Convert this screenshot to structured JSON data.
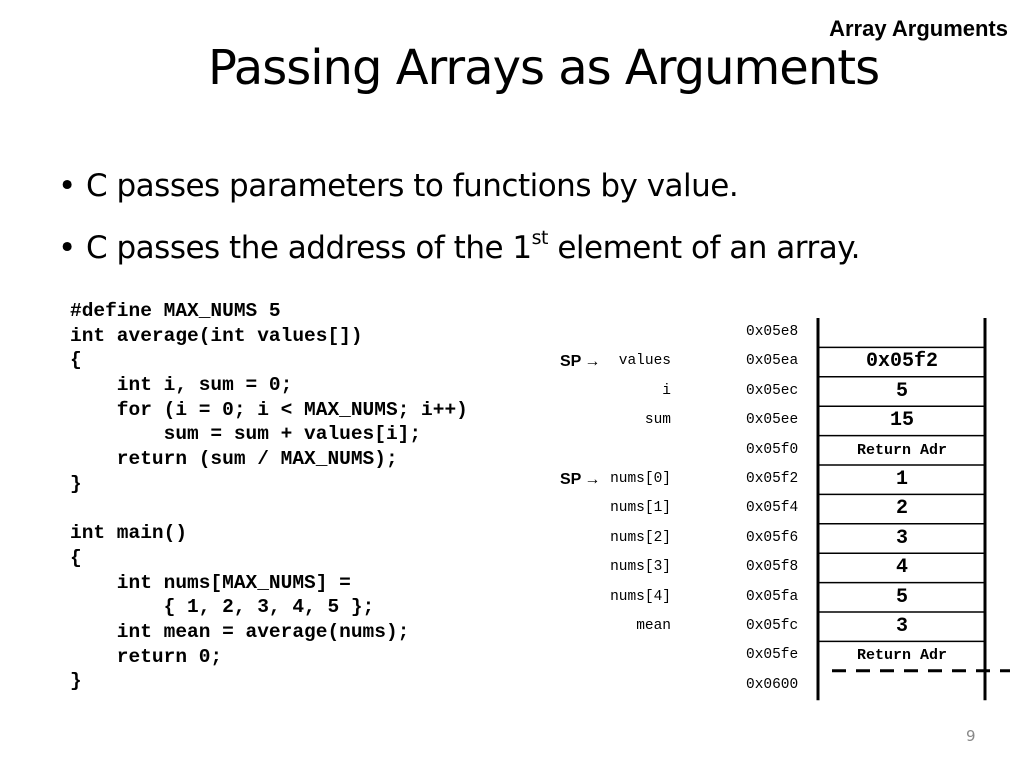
{
  "header_tag": "Array Arguments",
  "title": "Passing Arrays as Arguments",
  "bullets": [
    {
      "text": "C passes parameters to functions by value."
    },
    {
      "before": "C passes the address of the 1",
      "sup": "st",
      "after": " element of an array."
    }
  ],
  "code_lines": [
    "#define MAX_NUMS 5",
    "int average(int values[])",
    "{",
    "    int i, sum = 0;",
    "    for (i = 0; i < MAX_NUMS; i++)",
    "        sum = sum + values[i];",
    "    return (sum / MAX_NUMS);",
    "}",
    "",
    "int main()",
    "{",
    "    int nums[MAX_NUMS] =",
    "        { 1, 2, 3, 4, 5 };",
    "    int mean = average(nums);",
    "    return 0;",
    "}"
  ],
  "sp_label": "SP",
  "sp_arrow": "→",
  "memory": [
    {
      "label": "",
      "addr": "0x05e8",
      "value": ""
    },
    {
      "label": "values",
      "addr": "0x05ea",
      "value": "0x05f2",
      "sp": true
    },
    {
      "label": "i",
      "addr": "0x05ec",
      "value": "5"
    },
    {
      "label": "sum",
      "addr": "0x05ee",
      "value": "15"
    },
    {
      "label": "",
      "addr": "0x05f0",
      "value": "Return Adr"
    },
    {
      "label": "nums[0]",
      "addr": "0x05f2",
      "value": "1",
      "sp": true
    },
    {
      "label": "nums[1]",
      "addr": "0x05f4",
      "value": "2"
    },
    {
      "label": "nums[2]",
      "addr": "0x05f6",
      "value": "3"
    },
    {
      "label": "nums[3]",
      "addr": "0x05f8",
      "value": "4"
    },
    {
      "label": "nums[4]",
      "addr": "0x05fa",
      "value": "5"
    },
    {
      "label": "mean",
      "addr": "0x05fc",
      "value": "3"
    },
    {
      "label": "",
      "addr": "0x05fe",
      "value": "Return Adr"
    },
    {
      "label": "",
      "addr": "0x0600",
      "value": ""
    }
  ],
  "page_number": "9"
}
